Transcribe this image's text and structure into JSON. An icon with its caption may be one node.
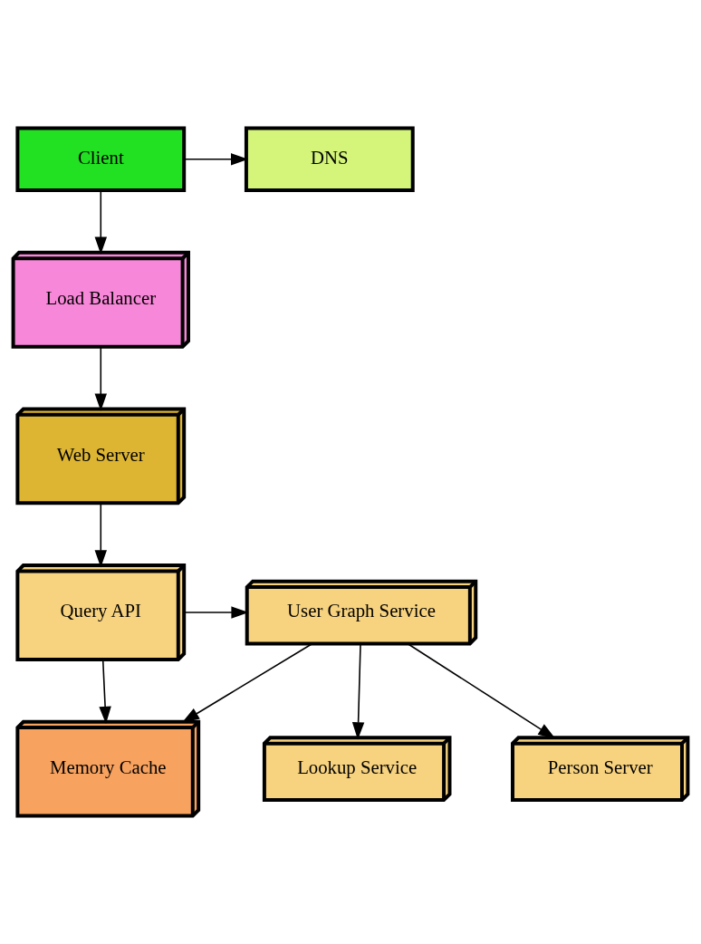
{
  "diagram": {
    "nodes": [
      {
        "text": [
          "Client"
        ]
      },
      {
        "text": [
          "DNS"
        ]
      },
      {
        "text": [
          "Load Balancer"
        ]
      },
      {
        "text": [
          "Web Server"
        ]
      },
      {
        "text": [
          "Query API"
        ]
      },
      {
        "text": [
          "User Graph Service"
        ]
      },
      {
        "text": [
          "Lookup Service"
        ]
      },
      {
        "text": [
          "Person Server"
        ]
      },
      {
        "text": [
          "Memory Cache"
        ]
      }
    ],
    "edges": [
      {
        "from": 0,
        "to": 1,
        "arrow": "to"
      },
      {
        "from": 0,
        "to": 2,
        "arrow": "to"
      },
      {
        "from": 2,
        "to": 3,
        "arrow": "to"
      },
      {
        "from": 3,
        "to": 4,
        "arrow": "to"
      },
      {
        "from": 4,
        "to": 5,
        "arrow": "to"
      },
      {
        "from": 5,
        "to": 6,
        "arrow": "to"
      },
      {
        "from": 5,
        "to": 7,
        "arrow": "to"
      },
      {
        "from": 4,
        "to": 8,
        "arrow": "to"
      },
      {
        "from": 5,
        "to": 8,
        "arrow": "to"
      }
    ]
  }
}
